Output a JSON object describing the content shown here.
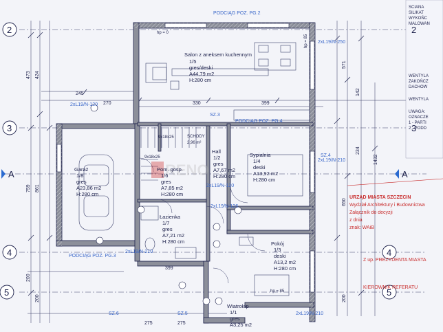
{
  "labels": {
    "podciag_pg2": "PODCIĄG POZ. PG.2",
    "podciag_pg4": "PODCIĄG POZ. PG.4",
    "podciag_pg3": "PODCIĄG POZ. PG.3",
    "schody_sz3": "SZ.3",
    "sz4": "SZ.4",
    "sz5": "SZ.5",
    "sz6": "SZ.6",
    "hp0": "hp = 0",
    "hp85a": "hp = 85",
    "hp85b": "hp = 85",
    "lintel_1": "2xL19/N-120",
    "lintel_2": "2xL19/N-250",
    "lintel_3": "2xL19/N-210",
    "lintel_4": "2xL19/N-120",
    "lintel_5": "2xL19/N-126",
    "lintel_6": "2xL19/N-210",
    "lintel_7": "2xL19/N-210",
    "schody": "SCHODY",
    "schody_size": "2,96 m²",
    "dim_9x18_a": "9x18x25",
    "dim_9x18_b": "9x18x25"
  },
  "rooms": [
    {
      "id": "salon",
      "name": "Salon z aneksem kuchennym",
      "num": "1/5",
      "floor": "gres/deski",
      "area": "A44,79 m2",
      "height": "H:280 cm"
    },
    {
      "id": "garaz",
      "name": "Garaż",
      "num": "1/8",
      "floor": "gres",
      "area": "A23,86 m2",
      "height": "H:280 cm"
    },
    {
      "id": "pom",
      "name": "Pom. gosp.",
      "num": "1/6",
      "floor": "gres",
      "area": "A7,85 m2",
      "height": "H:280 cm"
    },
    {
      "id": "hall",
      "name": "Hall",
      "num": "1/2",
      "floor": "gres",
      "area": "A7,67 m2",
      "height": "H:280 cm"
    },
    {
      "id": "sypialnia",
      "name": "Sypialnia",
      "num": "1/4",
      "floor": "deski",
      "area": "A13,92 m2",
      "height": "H:280 cm"
    },
    {
      "id": "lazienka",
      "name": "Łazienka",
      "num": "1/7",
      "floor": "gres",
      "area": "A7,21 m2",
      "height": "H:280 cm"
    },
    {
      "id": "pokoj",
      "name": "Pokój",
      "num": "1/3",
      "floor": "deski",
      "area": "A13,2 m2",
      "height": "H:280 cm"
    },
    {
      "id": "wiatrolap",
      "name": "Wiatrołap",
      "num": "1/1",
      "floor": "gres",
      "area": "A3,25 m2",
      "height": ""
    }
  ],
  "axes": {
    "a2": "2",
    "a3": "3",
    "a4": "4",
    "a5": "5",
    "r2": "2",
    "r3": "3",
    "r4": "4",
    "r5": "5",
    "a_left": "A",
    "a_mid": "A"
  },
  "dims_top": [
    "330",
    "399",
    "245",
    "270"
  ],
  "dims_left": [
    "473",
    "424",
    "759",
    "861",
    "200",
    "200"
  ],
  "dims_right": [
    "1432",
    "571",
    "142",
    "234",
    "650",
    "200"
  ],
  "dims_bottom": [
    "275",
    "275",
    "399"
  ],
  "stamp": {
    "l1": "URZĄD MIASTA SZCZECIN",
    "l2": "Wydział Architektury i Budownictwa",
    "l3": "Załącznik do decyzji",
    "l4": "z dnia",
    "l5": "znak: WAiB",
    "l6": "Z up. PREZYDENTA MIASTA",
    "l7": "KIEROWNIK REFERATU"
  },
  "right_notes": [
    "SCIANA",
    "SILIKAT",
    "WYKOŃC",
    "MALOWAN",
    "WENTYLA",
    "ZAKOŃCZ",
    "DACHOW",
    "WENTYLA",
    "UWAGA:",
    "OZNACZE",
    "1 - PARTI",
    "2 - PODD"
  ]
}
